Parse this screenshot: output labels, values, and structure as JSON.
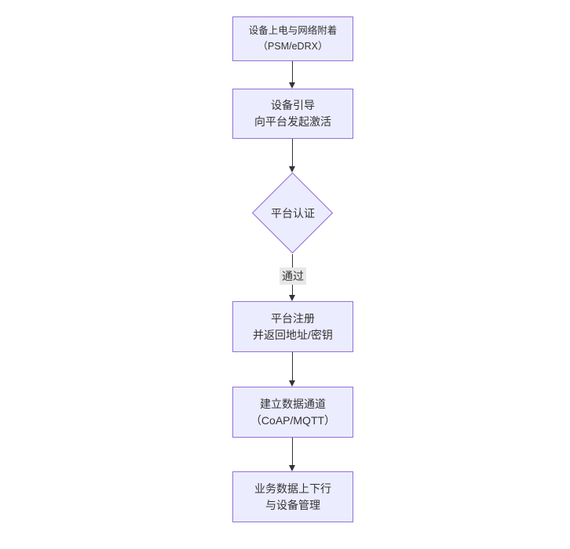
{
  "diagram": {
    "type": "flowchart-top-down",
    "colors": {
      "node_fill": "#ECECFF",
      "node_border": "#9370DB",
      "edge_color": "#333333",
      "text_color": "#333333",
      "edge_label_bg": "#e8e8e8",
      "background": "#ffffff"
    },
    "nodes": [
      {
        "id": "A",
        "shape": "rect",
        "lines": [
          "设备上电与网络附着",
          "（PSM/eDRX）"
        ]
      },
      {
        "id": "B",
        "shape": "rect",
        "lines": [
          "设备引导",
          "向平台发起激活"
        ]
      },
      {
        "id": "C",
        "shape": "diamond",
        "lines": [
          "平台认证"
        ]
      },
      {
        "id": "D",
        "shape": "rect",
        "lines": [
          "平台注册",
          "并返回地址/密钥"
        ]
      },
      {
        "id": "E",
        "shape": "rect",
        "lines": [
          "建立数据通道",
          "（CoAP/MQTT）"
        ]
      },
      {
        "id": "F",
        "shape": "rect",
        "lines": [
          "业务数据上下行",
          "与设备管理"
        ]
      }
    ],
    "edges": [
      {
        "from": "A",
        "to": "B",
        "label": ""
      },
      {
        "from": "B",
        "to": "C",
        "label": ""
      },
      {
        "from": "C",
        "to": "D",
        "label": "通过"
      },
      {
        "from": "D",
        "to": "E",
        "label": ""
      },
      {
        "from": "E",
        "to": "F",
        "label": ""
      }
    ]
  }
}
